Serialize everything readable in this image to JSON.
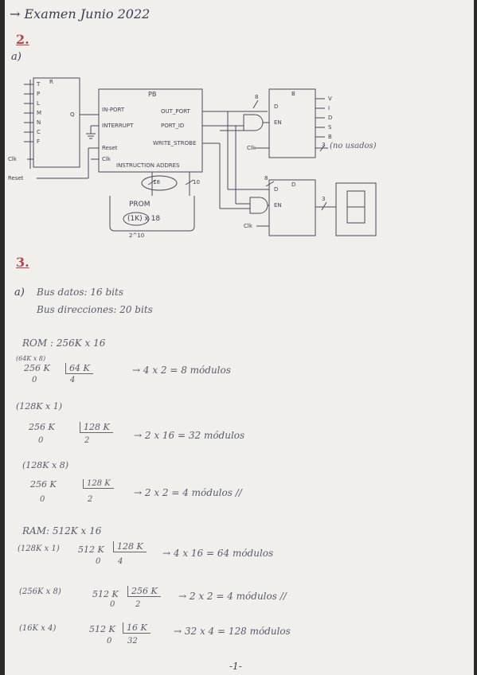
{
  "page": {
    "title": "→ Examen Junio 2022",
    "section_2": "2.",
    "part_a_2": "a)",
    "page_number": "-1-"
  },
  "diagram": {
    "reg_r_title": "R",
    "reg_r_inputs": [
      "T",
      "P",
      "L",
      "M",
      "N",
      "C",
      "F"
    ],
    "reg_r_q": "Q",
    "clk_left": "Clk",
    "reset_left": "Reset",
    "pb_title": "PB",
    "pb_in_port": "IN-PORT",
    "pb_interrupt": "INTERRUPT",
    "pb_reset": "Reset",
    "pb_clk": "Clk",
    "pb_out_port": "OUT_PORT",
    "pb_port_id": "PORT_ID",
    "pb_write_strobe": "WRITE_STROBE",
    "pb_instruction": "INSTRUCTION ADDRES",
    "bus_18": "18",
    "bus_10": "10",
    "prom_title": "PROM",
    "prom_size": "(1K) x 18",
    "prom_bits": "2^10",
    "reg_b_title": "B",
    "reg_b_d": "D",
    "reg_b_en": "EN",
    "reg_b_clk": "Clk",
    "reg_b_outputs": [
      "V",
      "I",
      "D",
      "S",
      "B"
    ],
    "bus_8_top": "8",
    "bus_3_b": "3",
    "no_usados": "(no usados)",
    "reg_d_title": "D",
    "reg_d_d": "D",
    "reg_d_en": "EN",
    "reg_d_clk": "Clk",
    "bus_8_mid": "8",
    "bus_3_d": "3"
  },
  "section3": {
    "number": "3.",
    "part_a": "a)",
    "bus_datos": "Bus datos: 16 bits",
    "bus_direcciones": "Bus direcciones: 20 bits",
    "rom_header": "ROM : 256K x 16",
    "rom_items": [
      {
        "label": "(64K x 8)",
        "dividend": "256 K",
        "divisor": "64 K",
        "remainder": "0",
        "quotient": "4",
        "result": "→ 4 x 2 = 8 módulos"
      },
      {
        "label": "(128K x 1)",
        "dividend": "256 K",
        "divisor": "128 K",
        "remainder": "0",
        "quotient": "2",
        "result": "→ 2 x 16 = 32 módulos"
      },
      {
        "label": "(128K x 8)",
        "dividend": "256 K",
        "divisor": "128 K",
        "remainder": "0",
        "quotient": "2",
        "result": "→ 2 x 2 = 4 módulos //"
      }
    ],
    "ram_header": "RAM: 512K x 16",
    "ram_items": [
      {
        "label": "(128K x 1)",
        "dividend": "512 K",
        "divisor": "128 K",
        "remainder": "0",
        "quotient": "4",
        "result": "→ 4 x 16 = 64 módulos"
      },
      {
        "label": "(256K x 8)",
        "dividend": "512 K",
        "divisor": "256 K",
        "remainder": "0",
        "quotient": "2",
        "result": "→ 2 x 2 = 4 módulos //"
      },
      {
        "label": "(16K x 4)",
        "dividend": "512 K",
        "divisor": "16 K",
        "remainder": "0",
        "quotient": "32",
        "result": "→ 32 x 4 = 128 módulos"
      }
    ]
  }
}
